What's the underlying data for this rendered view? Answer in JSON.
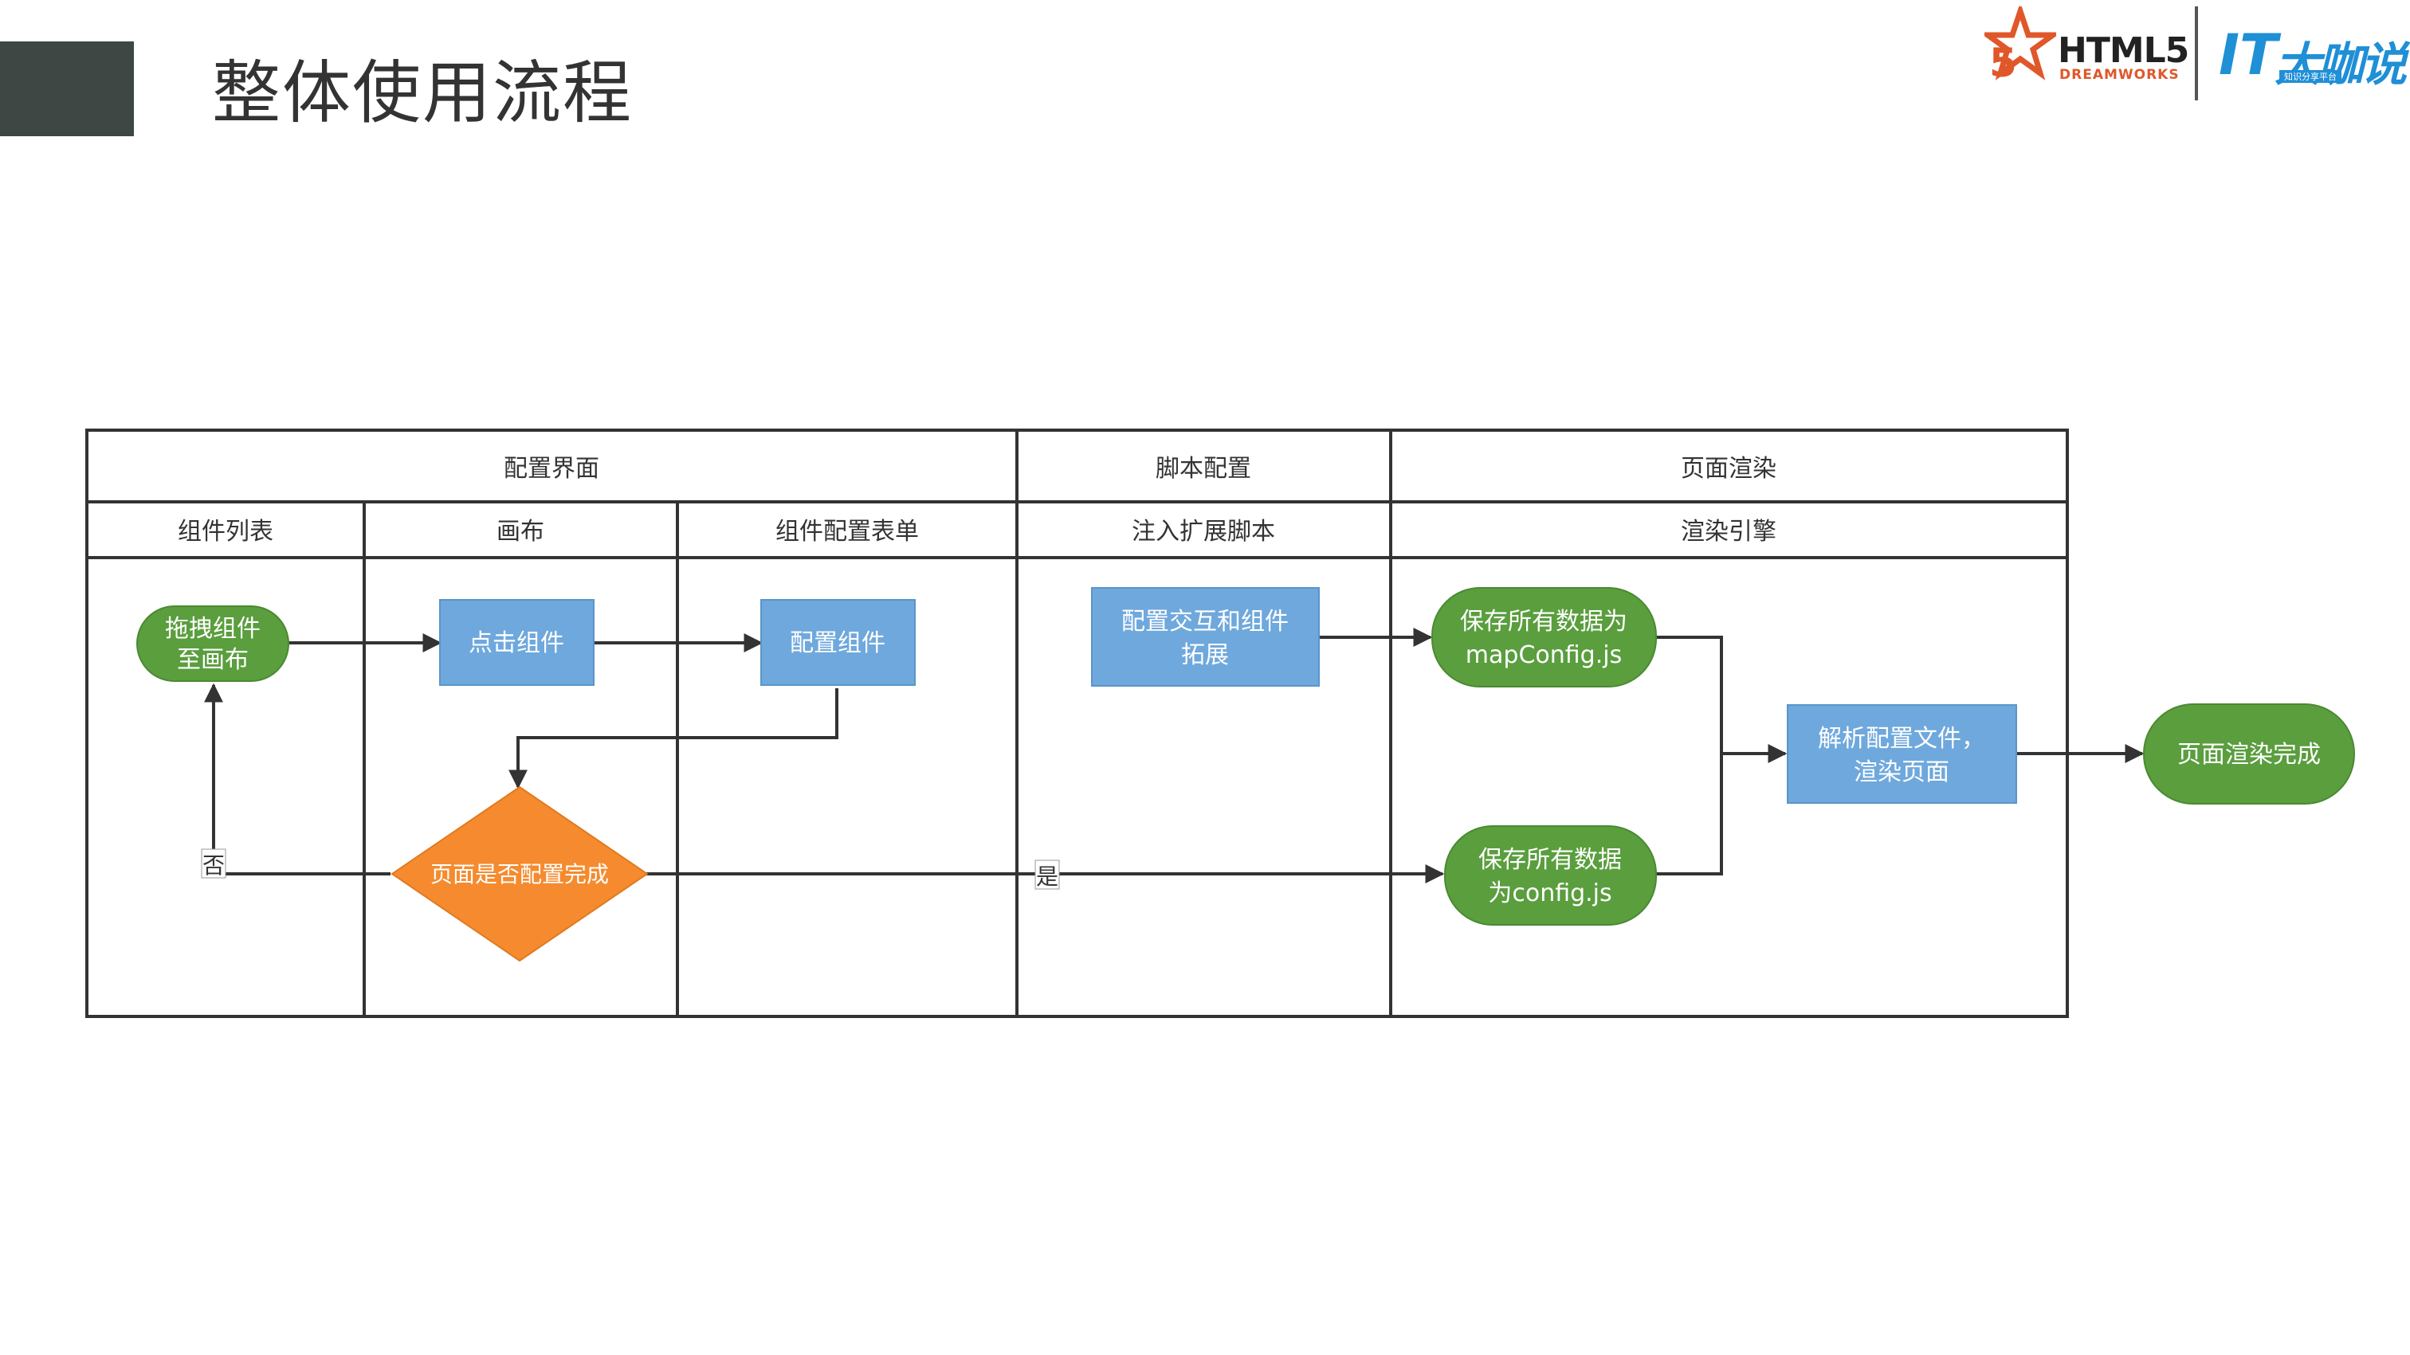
{
  "header": {
    "title": "整体使用流程"
  },
  "logo": {
    "html5": "HTML5",
    "dreamworks": "DREAMWORKS",
    "it": "IT",
    "it_cn": "大咖说",
    "it_sub": "知识分享平台"
  },
  "lanes": {
    "groups": [
      "配置界面",
      "脚本配置",
      "页面渲染"
    ],
    "columns": [
      "组件列表",
      "画布",
      "组件配置表单",
      "注入扩展脚本",
      "渲染引擎"
    ]
  },
  "nodes": {
    "drag": [
      "拖拽组件",
      "至画布"
    ],
    "click": [
      "点击组件"
    ],
    "config": [
      "配置组件"
    ],
    "done_check": [
      "页面是否配置完成"
    ],
    "script": [
      "配置交互和组件",
      "拓展"
    ],
    "save_map": [
      "保存所有数据为",
      "mapConfig.js"
    ],
    "save_cfg": [
      "保存所有数据",
      "为config.js"
    ],
    "parse": [
      "解析配置文件，",
      "渲染页面"
    ],
    "rendered": [
      "页面渲染完成"
    ]
  },
  "edges": {
    "no": "否",
    "yes": "是"
  },
  "colors": {
    "green": "#5a9e3e",
    "blue": "#6fa8dc",
    "orange": "#f58b2e",
    "line": "#333333"
  }
}
